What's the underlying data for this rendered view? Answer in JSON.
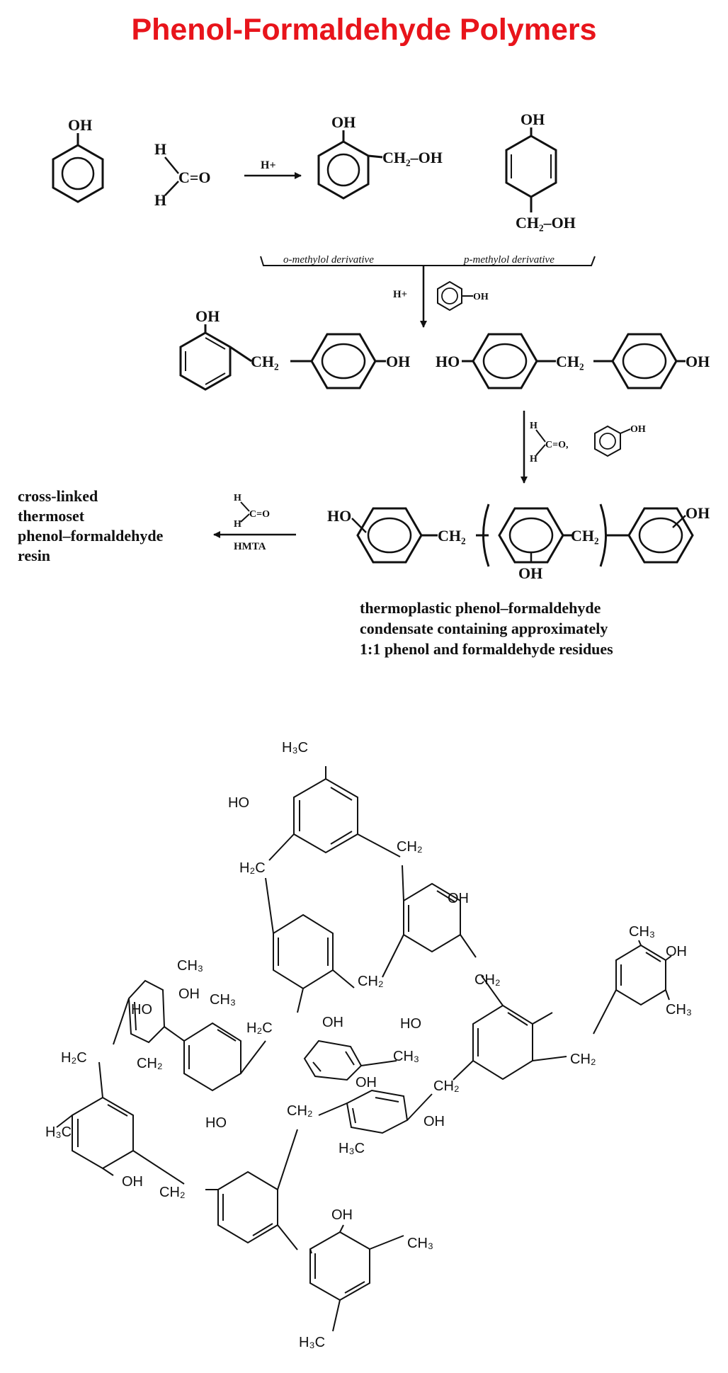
{
  "title": "Phenol-Formaldehyde Polymers",
  "title_color": "#e8141b",
  "step1": {
    "phenol_oh": "OH",
    "formaldehyde_h1": "H",
    "formaldehyde_h2": "H",
    "formaldehyde_co": "C=O",
    "catalyst": "H+",
    "ortho_oh": "OH",
    "ortho_sub": "CH₂–OH",
    "para_oh": "OH",
    "para_sub": "CH₂–OH",
    "ortho_label": "o-methylol derivative",
    "para_label": "p-methylol derivative"
  },
  "step2": {
    "catalyst": "H+",
    "phenol_oh": "OH",
    "dimer_a_oh": "OH",
    "dimer_a_ch2": "CH₂",
    "dimer_a_oh2": "OH",
    "dimer_b_ho": "HO",
    "dimer_b_ch2": "CH₂",
    "dimer_b_oh": "OH"
  },
  "step3": {
    "formaldehyde_h1": "H",
    "formaldehyde_h2": "H",
    "formaldehyde_co": "C=O,",
    "phenol_oh": "OH",
    "chain_ho": "HO",
    "chain_ch2_a": "CH₂",
    "chain_ch2_b": "CH₂",
    "chain_oh_mid": "OH",
    "chain_oh_end": "OH",
    "product_lines": [
      "thermoplastic phenol–formaldehyde",
      "condensate containing approximately",
      "1:1 phenol and formaldehyde residues"
    ]
  },
  "step4": {
    "formaldehyde_h1": "H",
    "formaldehyde_h2": "H",
    "formaldehyde_co": "C=O",
    "reagent": "HMTA",
    "product_lines": [
      "cross-linked",
      "thermoset",
      "phenol–formaldehyde",
      "resin"
    ]
  },
  "network": {
    "labels": [
      "H₃C",
      "HO",
      "CH₂",
      "H₂C",
      "OH",
      "CH₂",
      "CH₃",
      "OH",
      "CH₂",
      "CH₃",
      "CH₃",
      "OH",
      "HO",
      "CH₃",
      "H₂C",
      "OH",
      "HO",
      "CH₂",
      "CH₃",
      "OH",
      "CH₂",
      "CH₂",
      "H₂C",
      "H₃C",
      "OH",
      "HO",
      "CH₂",
      "OH",
      "H₃C",
      "CH₂",
      "OH",
      "CH₃",
      "H₃C"
    ]
  }
}
